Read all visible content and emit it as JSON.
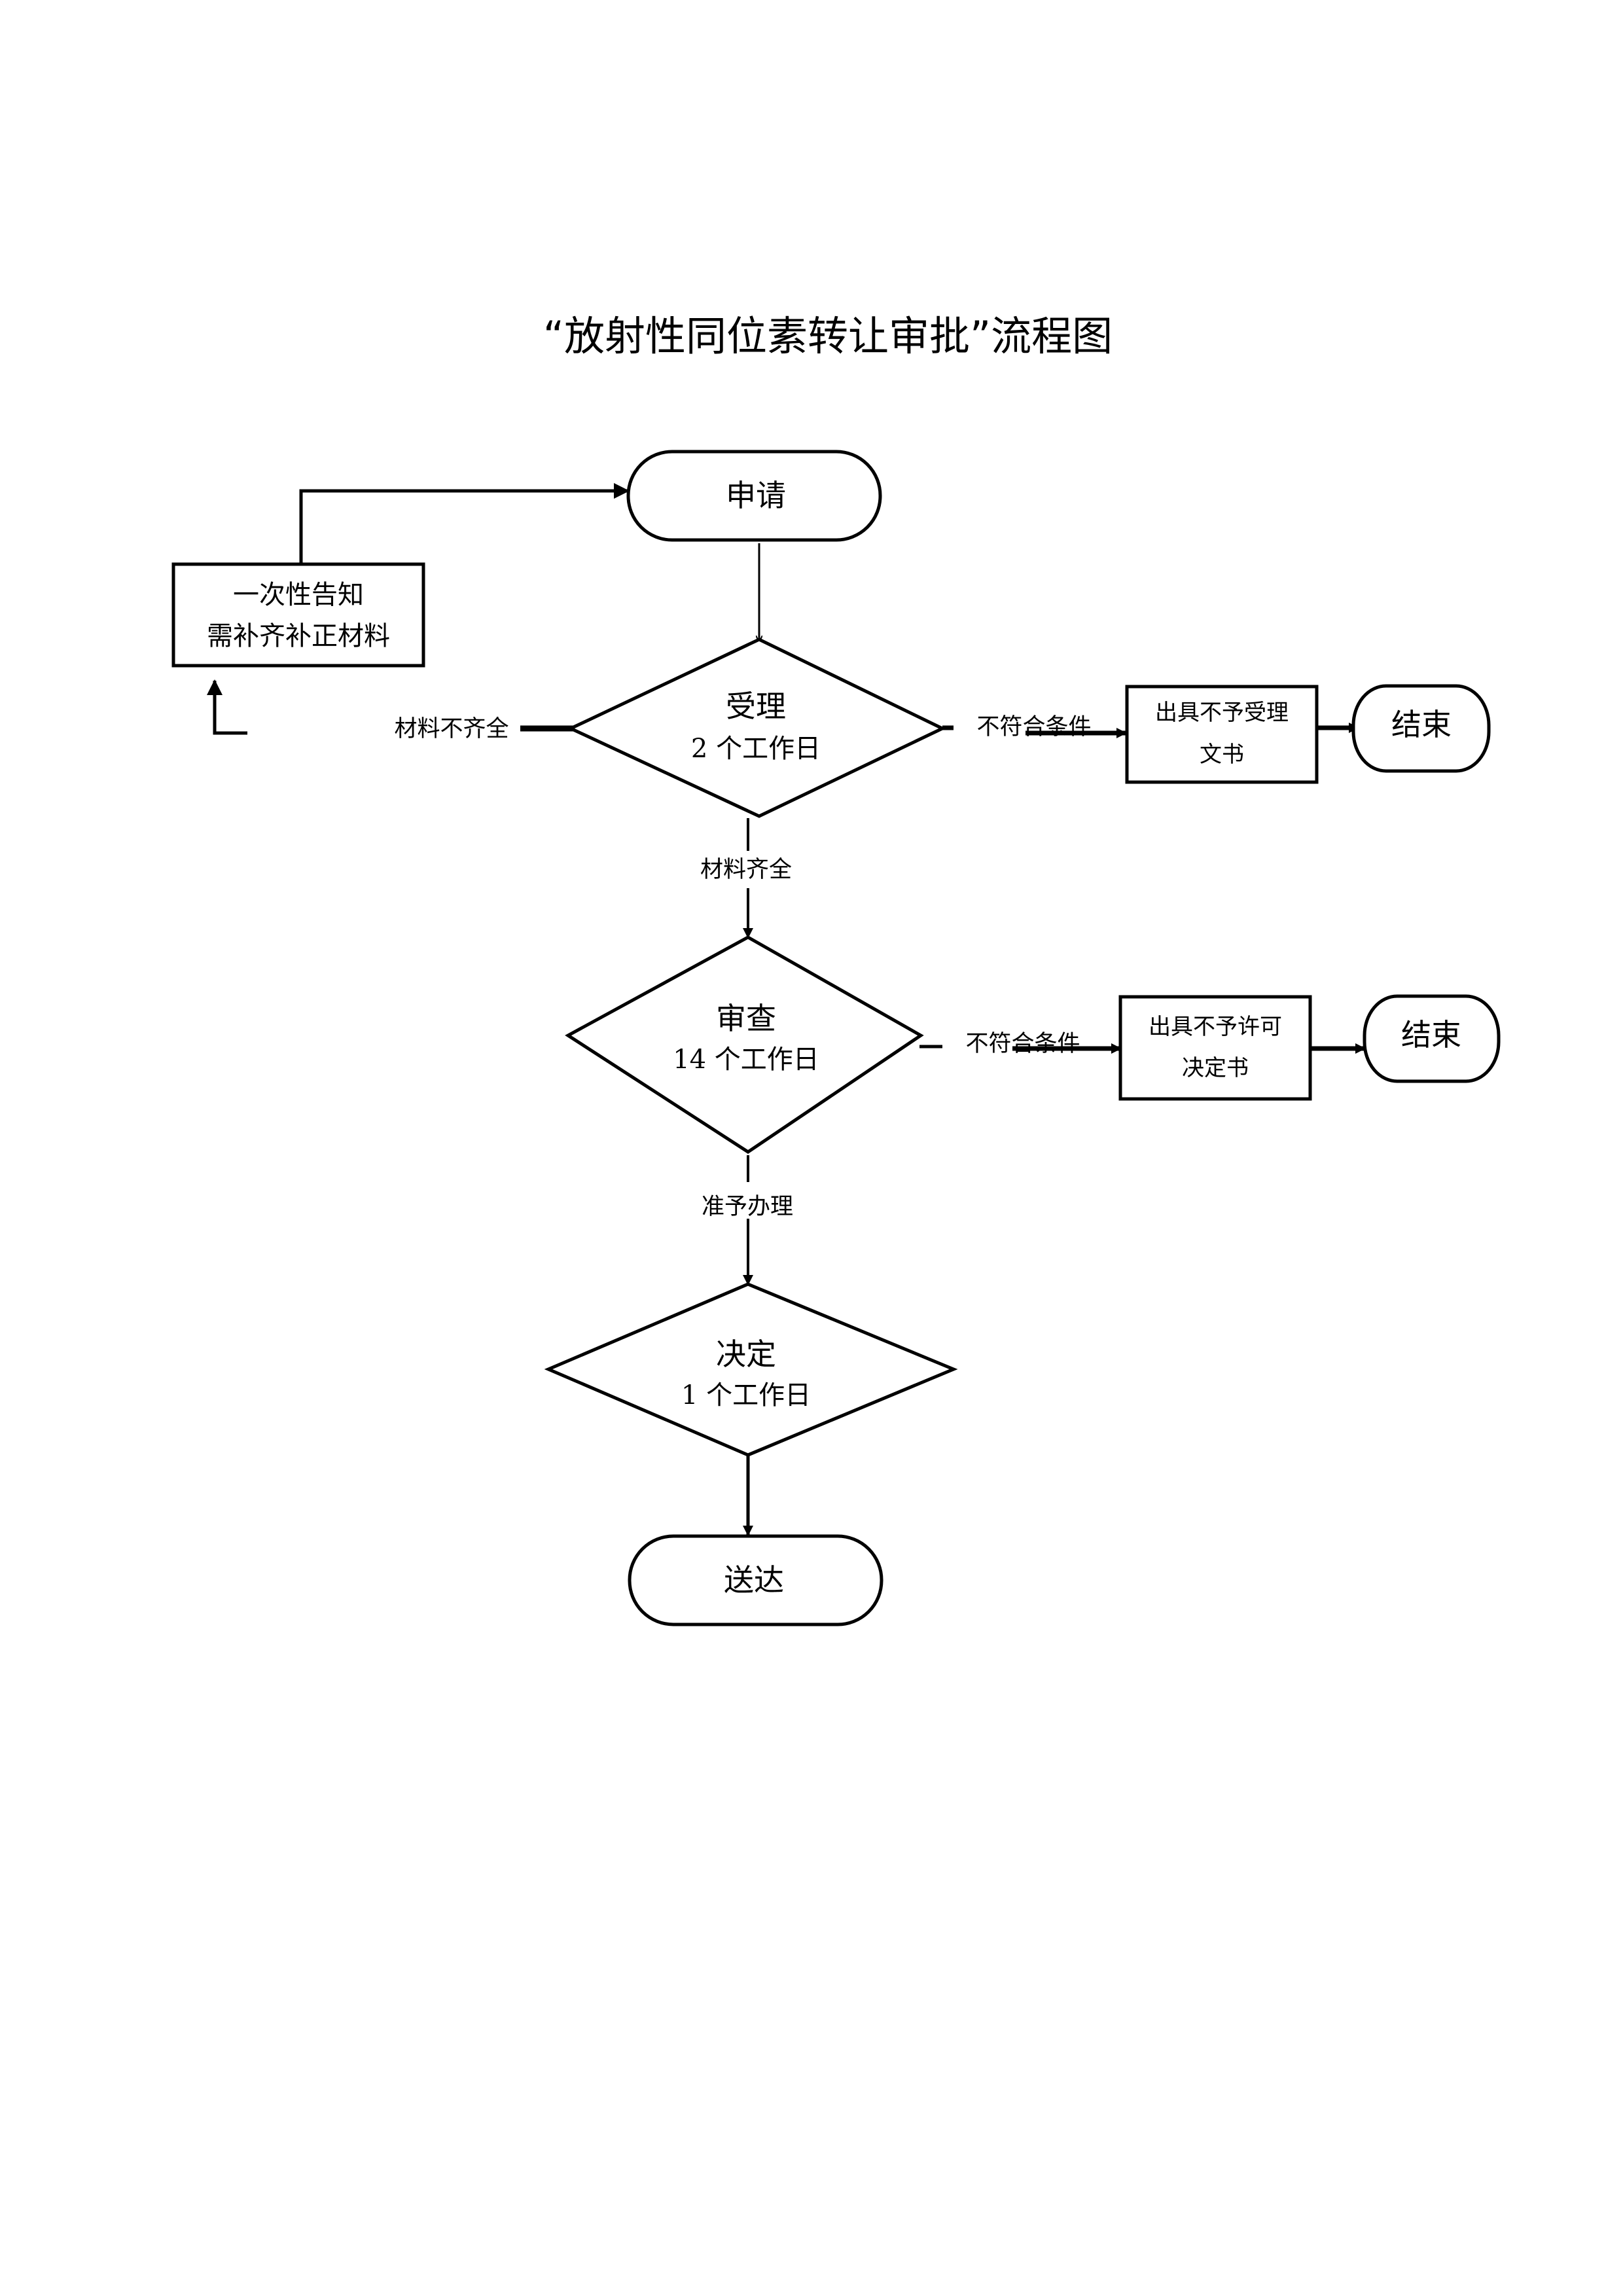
{
  "title": "“放射性同位素转让审批”流程图",
  "nodes": {
    "apply": {
      "type": "terminal",
      "label": "申请"
    },
    "notify": {
      "type": "process",
      "lines": [
        "一次性告知",
        "需补齐补正材料"
      ]
    },
    "accept": {
      "type": "decision",
      "label": "受理",
      "duration": "2 个工作日"
    },
    "reject_accept_doc": {
      "type": "process",
      "lines": [
        "出具不予受理",
        "文书"
      ]
    },
    "end1": {
      "type": "terminal",
      "label": "结束"
    },
    "review": {
      "type": "decision",
      "label": "审查",
      "duration": "14 个工作日"
    },
    "reject_permit_doc": {
      "type": "process",
      "lines": [
        "出具不予许可",
        "决定书"
      ]
    },
    "end2": {
      "type": "terminal",
      "label": "结束"
    },
    "decide": {
      "type": "decision",
      "label": "决定",
      "duration": "1 个工作日"
    },
    "deliver": {
      "type": "terminal",
      "label": "送达"
    }
  },
  "edges": {
    "apply_to_accept": {
      "from": "申请",
      "to": "受理",
      "label": ""
    },
    "accept_incomplete": {
      "from": "受理",
      "to": "一次性告知 需补齐补正材料",
      "label": "材料不齐全"
    },
    "notify_to_apply": {
      "from": "一次性告知 需补齐补正材料",
      "to": "申请",
      "label": ""
    },
    "accept_not_qualified": {
      "from": "受理",
      "to": "出具不予受理文书",
      "label": "不符合条件"
    },
    "reject_accept_to_end": {
      "from": "出具不予受理文书",
      "to": "结束",
      "label": ""
    },
    "accept_complete": {
      "from": "受理",
      "to": "审查",
      "label": "材料齐全"
    },
    "review_not_qualified": {
      "from": "审查",
      "to": "出具不予许可决定书",
      "label": "不符合条件"
    },
    "reject_permit_to_end": {
      "from": "出具不予许可决定书",
      "to": "结束",
      "label": ""
    },
    "review_approved": {
      "from": "审查",
      "to": "决定",
      "label": "准予办理"
    },
    "decide_to_deliver": {
      "from": "决定",
      "to": "送达",
      "label": ""
    }
  }
}
